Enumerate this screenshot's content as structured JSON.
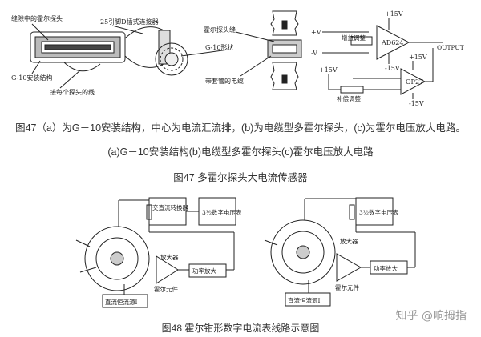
{
  "fig47": {
    "a_labels": {
      "gap_probe": "缝隙中的霍尔探头",
      "connector": "25引脚D插式连接器",
      "g10_struct": "G-10安装结构",
      "wire_per_probe": "接每个探头的线"
    },
    "b_labels": {
      "probe_gap": "霍尔探头缝",
      "g10_shape": "G-10形状",
      "sleeve_cable": "带套管的电缆"
    },
    "c_labels": {
      "vin_plus": "+V",
      "vin_minus": "-V",
      "gain_adjust": "增益调整",
      "opamp1": "AD624",
      "plus15_1": "+15V",
      "minus15_1": "-15V",
      "output": "OUTPUT",
      "plus15_2": "+15V",
      "plus15_3": "+15V",
      "opamp2": "OP27",
      "minus15_2": "-15V",
      "comp_adjust": "补偿调整"
    },
    "caption_main": "图47（a）为G－10安装结构，中心为电流汇流排，(b)为电缆型多霍尔探头，(c)为霍尔电压放大电路。",
    "caption_sub": "(a)G－10安装结构(b)电缆型多霍尔探头(c)霍尔电压放大电路",
    "caption_title": "图47 多霍尔探头大电流传感器"
  },
  "fig48": {
    "left": {
      "converter": "交直流转换器",
      "meter": "3½数字电压表",
      "amplifier": "放大器",
      "power_amp": "功率放大",
      "hall_element": "霍尔元件",
      "dc_source": "直流恒流源I"
    },
    "right": {
      "meter": "3½数字电压表",
      "amplifier": "放大器",
      "power_amp": "功率放大",
      "hall_element": "霍尔元件",
      "dc_source": "直流恒流源I"
    },
    "caption_title": "图48 霍尔钳形数字电流表线路示意图"
  },
  "watermark": "知乎 @响拇指"
}
